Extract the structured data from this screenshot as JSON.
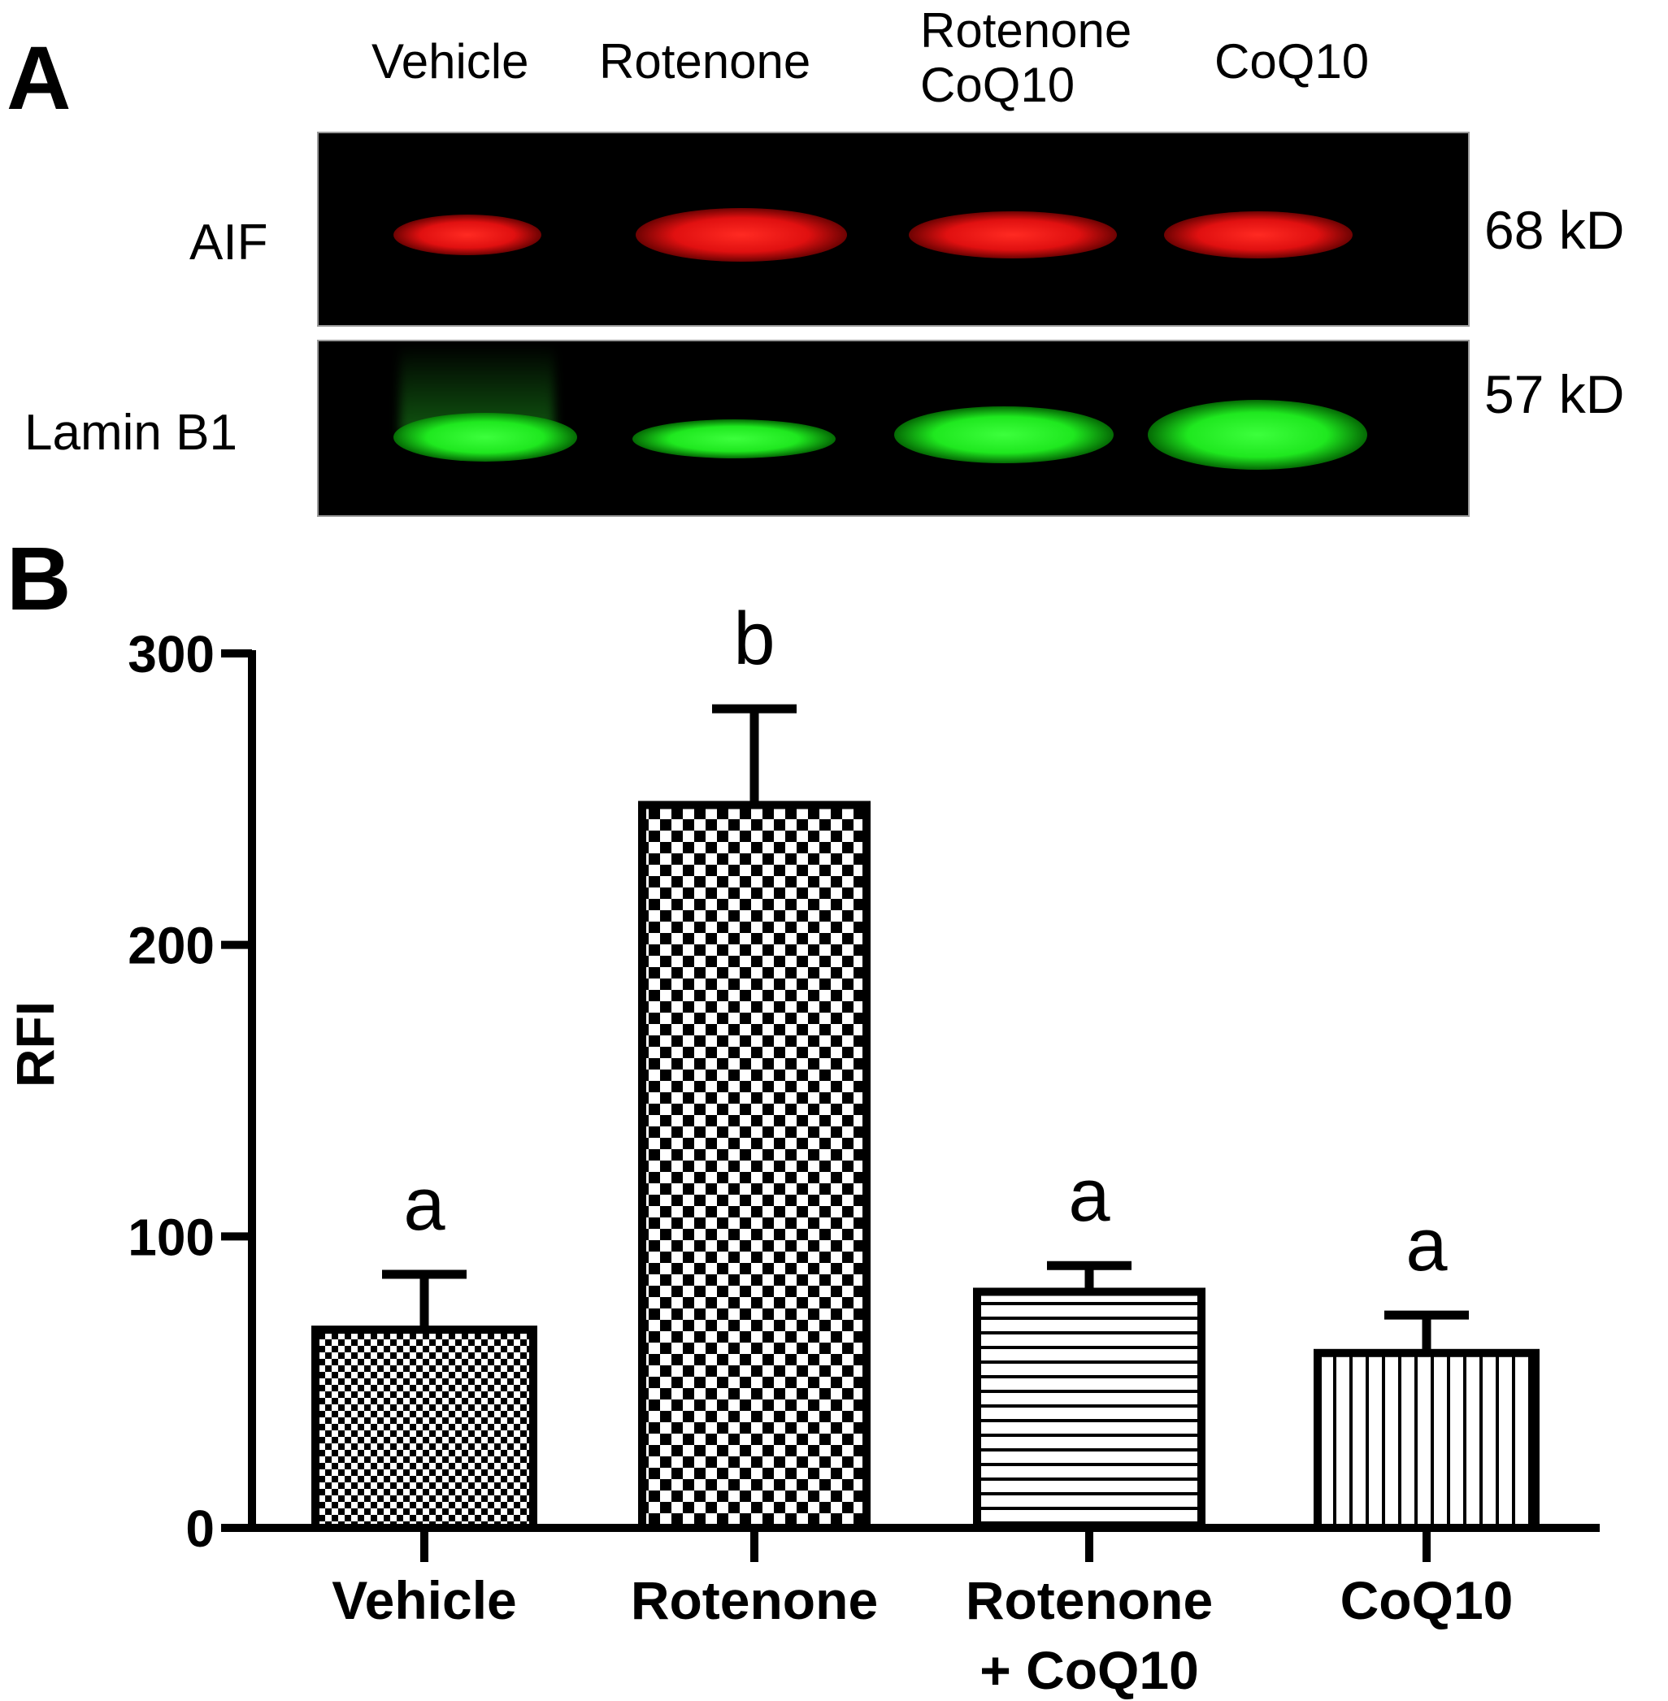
{
  "panel_a": {
    "letter": "A",
    "lanes": [
      "Vehicle",
      "Rotenone",
      "Rotenone\nCoQ10",
      "CoQ10"
    ],
    "rows": [
      {
        "label": "AIF",
        "kd": "68 kD",
        "color": "#e8140f",
        "intensity": [
          0.55,
          0.95,
          0.75,
          0.75
        ]
      },
      {
        "label": "Lamin B1",
        "kd": "57 kD",
        "color": "#22e822",
        "intensity": [
          0.9,
          0.7,
          0.9,
          1.0
        ]
      }
    ]
  },
  "panel_b": {
    "letter": "B"
  },
  "chart_data": {
    "type": "bar",
    "categories": [
      "Vehicle",
      "Rotenone",
      "Rotenone\n+ CoQ10",
      "CoQ10"
    ],
    "values": [
      68,
      248,
      81,
      60
    ],
    "errors": [
      19,
      33,
      9,
      13
    ],
    "significance": [
      "a",
      "b",
      "a",
      "a"
    ],
    "patterns": [
      "fine-checker",
      "coarse-checker",
      "horizontal-lines",
      "vertical-lines"
    ],
    "title": "",
    "xlabel": "",
    "ylabel": "RFI",
    "ylim": [
      0,
      300
    ],
    "yticks": [
      0,
      100,
      200,
      300
    ],
    "grid": false,
    "legend": "none"
  }
}
